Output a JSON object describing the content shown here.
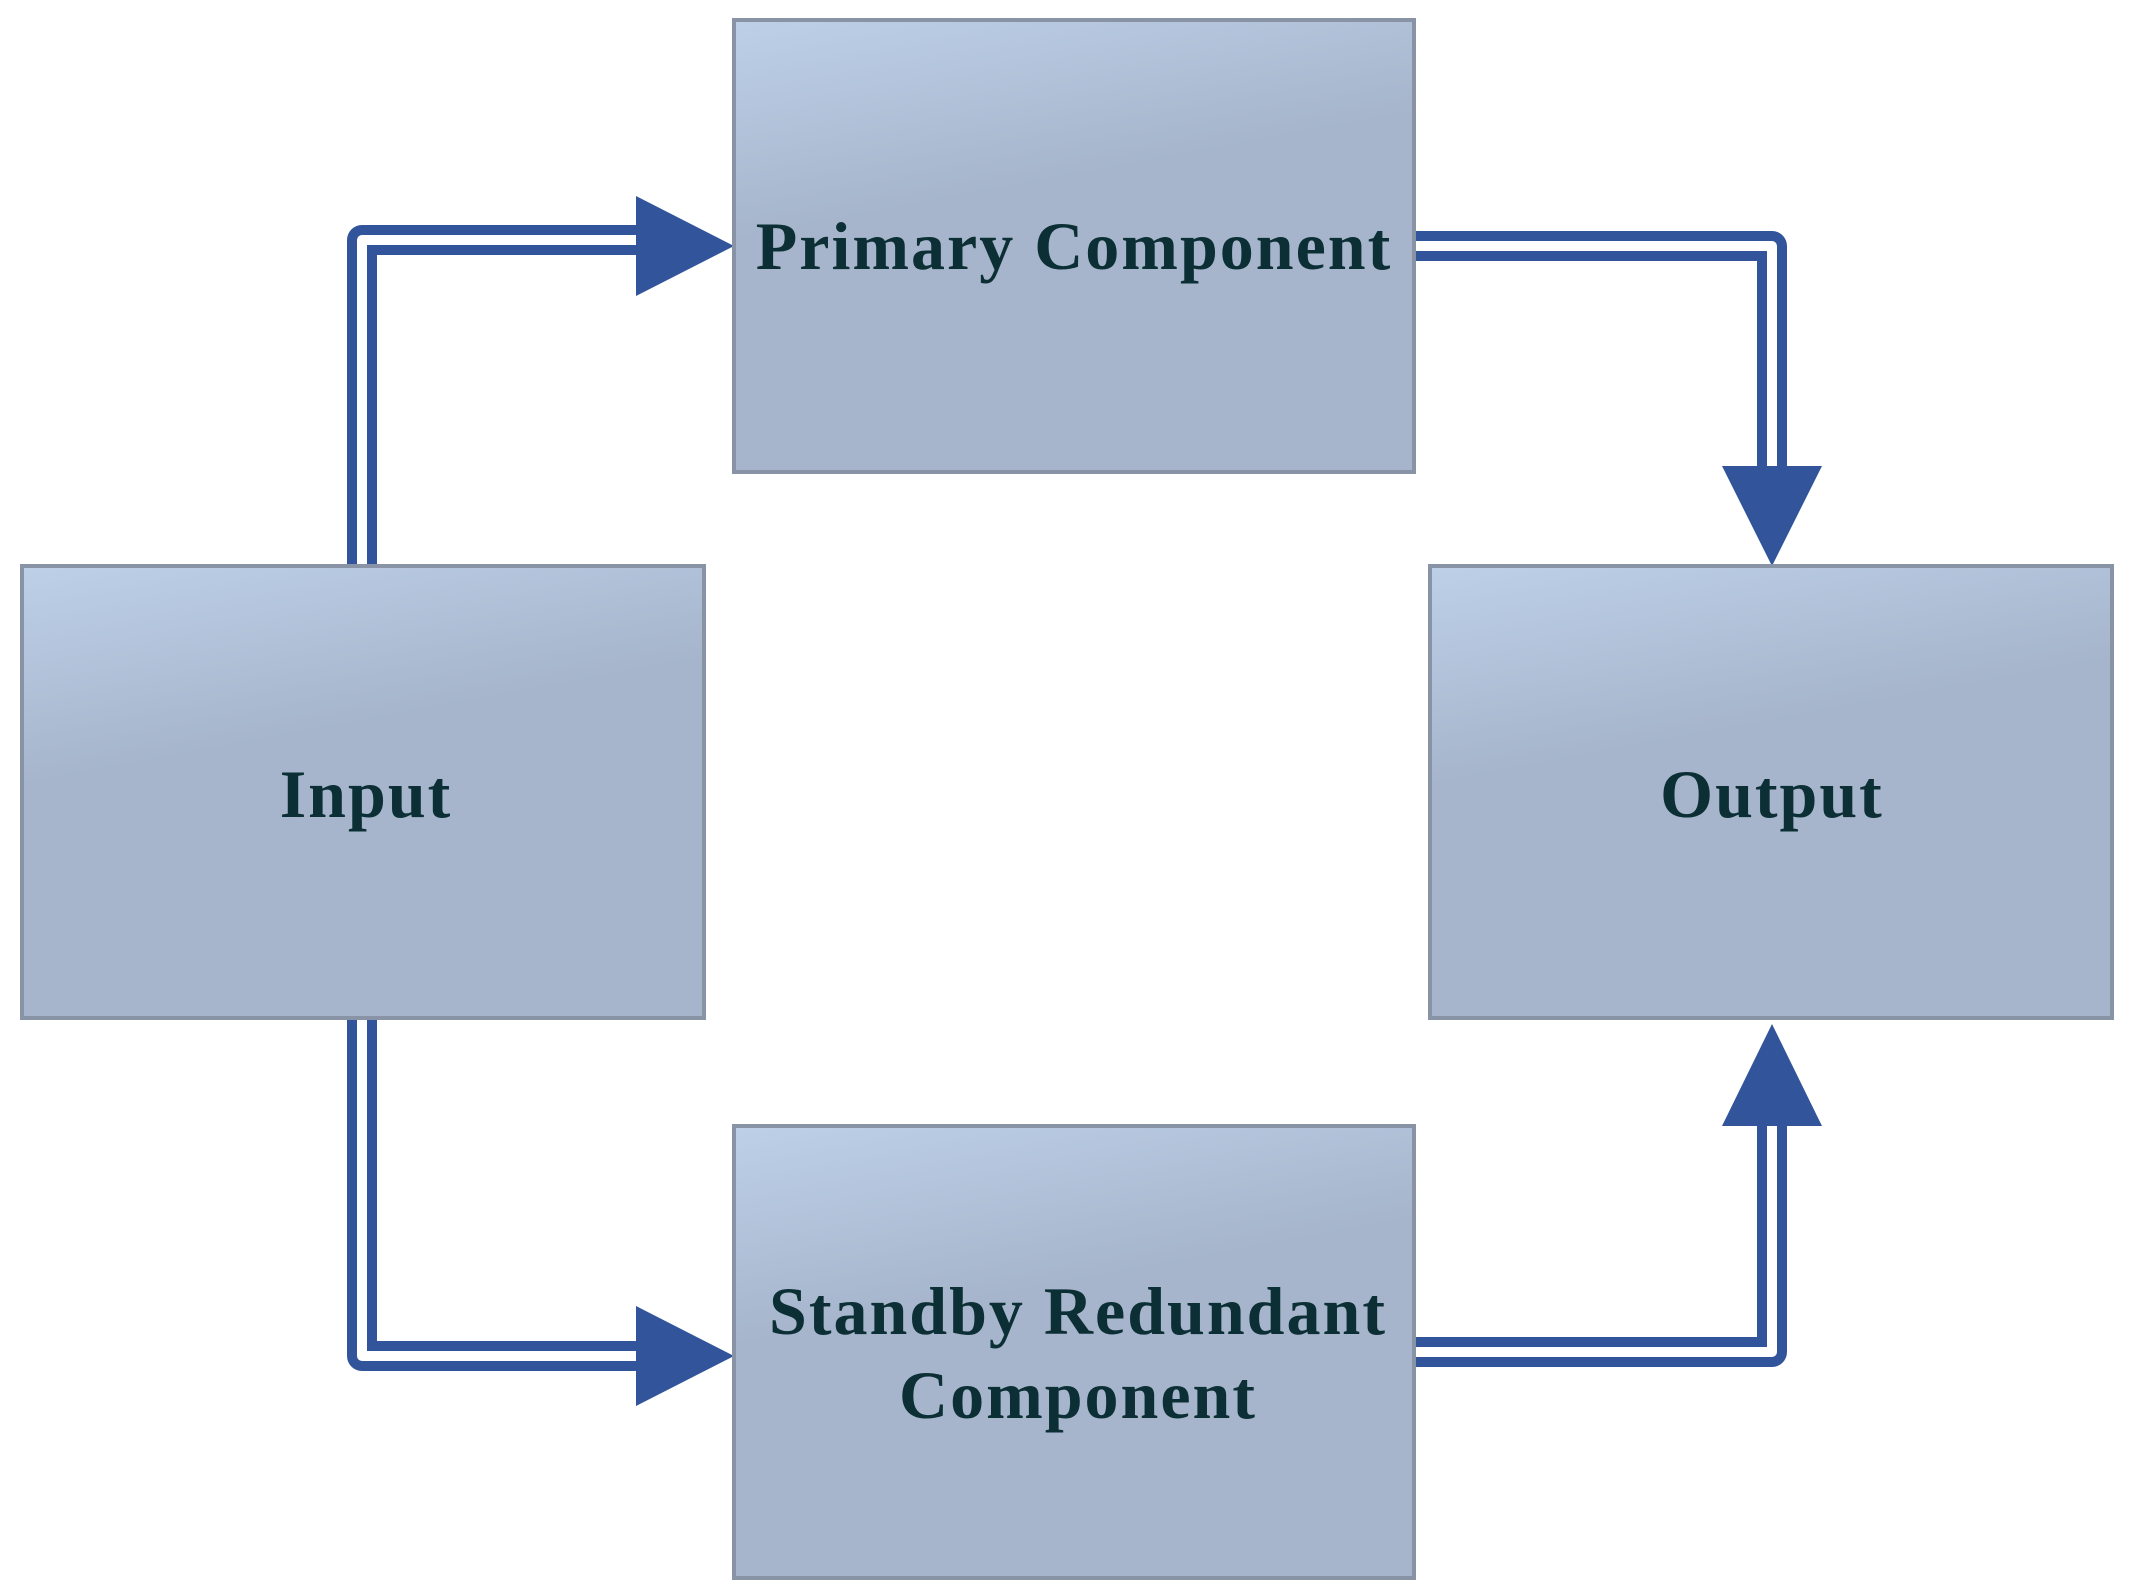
{
  "diagram": {
    "nodes": {
      "input": {
        "label": "Input"
      },
      "primary": {
        "label": "Primary Component"
      },
      "standby": {
        "label_line1": "Standby Redundant",
        "label_line2": "Component"
      },
      "output": {
        "label": "Output"
      }
    },
    "colors": {
      "box_fill_light": "#bdd0e8",
      "box_fill_dark": "#a6b5cc",
      "box_border": "#8894a6",
      "arrow": "#32549a",
      "text": "#0b2f35"
    }
  }
}
